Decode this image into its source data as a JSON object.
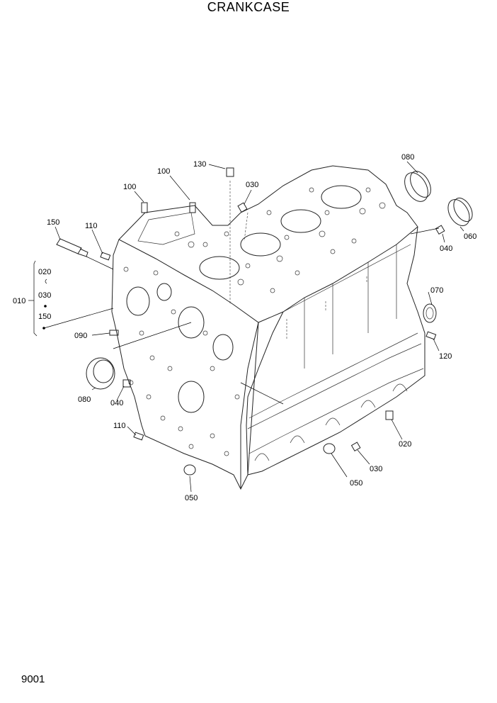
{
  "title": "CRANKCASE",
  "page_number": "9001",
  "callouts": {
    "c010": "010",
    "c020_group": "020",
    "c030_group": "030",
    "c150_group": "150",
    "c020": "020",
    "c030_top": "030",
    "c030_bottom": "030",
    "c040_right": "040",
    "c040_left": "040",
    "c050_left": "050",
    "c050_right": "050",
    "c060": "060",
    "c070": "070",
    "c080_top": "080",
    "c080_left": "080",
    "c090": "090",
    "c100_a": "100",
    "c100_b": "100",
    "c110_top": "110",
    "c110_bottom": "110",
    "c120": "120",
    "c130": "130",
    "c150": "150"
  }
}
